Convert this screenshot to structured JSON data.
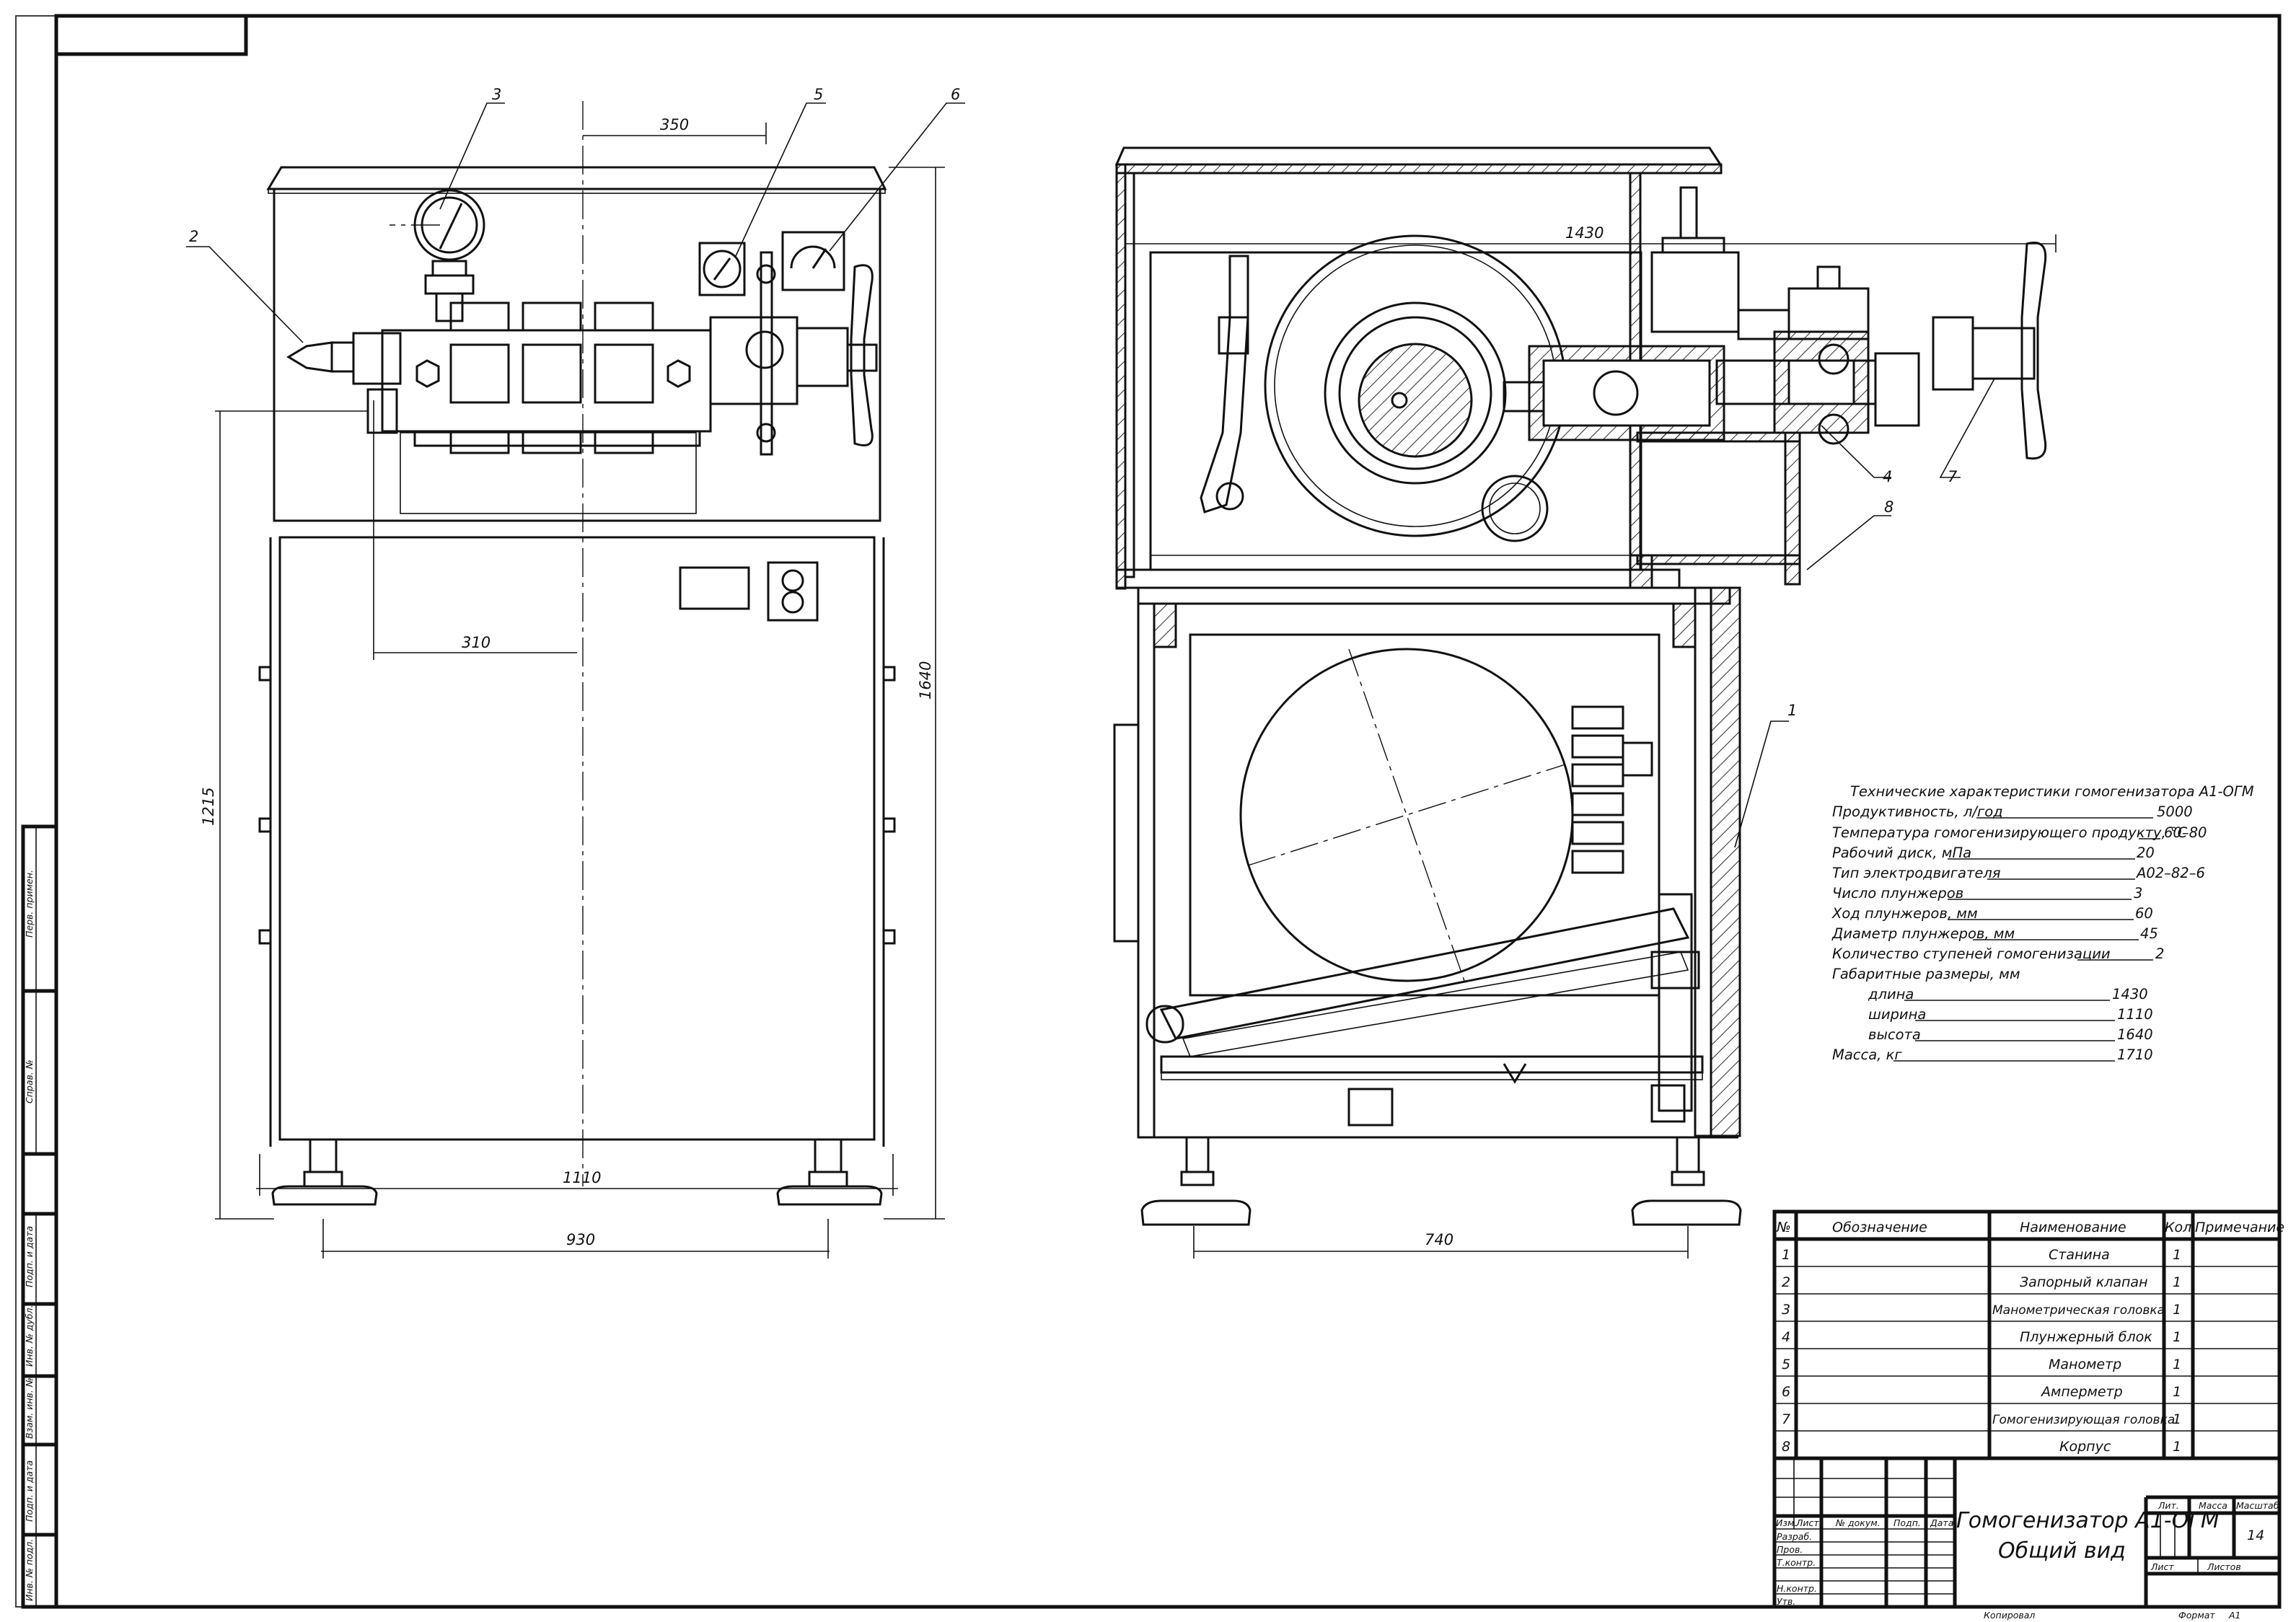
{
  "drawing": {
    "title_line1": "Гомогенизатор А1-ОГМ",
    "title_line2": "Общий вид",
    "sheet_number": "14",
    "copied_label": "Копировал",
    "format_label": "Формат",
    "format_value": "А1"
  },
  "side_stamp": [
    "Перв. примен.",
    "Справ. №",
    "Подп. и дата",
    "Инв. № дубл.",
    "Взам. инв. №",
    "Подп. и дата",
    "Инв. № подл."
  ],
  "title_block": {
    "rev_headers": [
      "Изм.",
      "Лист",
      "№ докум.",
      "Подп.",
      "Дата"
    ],
    "roles": [
      "Разраб.",
      "Пров.",
      "Т.контр.",
      "",
      "Н.контр.",
      "Утв."
    ],
    "lit_label": "Лит.",
    "mass_label": "Масса",
    "scale_label": "Масштаб",
    "sheet_label": "Лист",
    "sheets_label": "Листов"
  },
  "callouts": [
    "1",
    "2",
    "3",
    "4",
    "5",
    "6",
    "7",
    "8"
  ],
  "dimensions": {
    "d350": "350",
    "d310": "310",
    "d1215": "1215",
    "d1640": "1640",
    "d1110": "1110",
    "d930": "930",
    "d1430": "1430",
    "d740": "740"
  },
  "specs": {
    "heading": "Технические характеристики гомогенизатора А1-ОГМ",
    "rows": [
      {
        "label": "Продуктивность, л/год",
        "value": "5000"
      },
      {
        "label": "Температура гомогенизирующего продукту, °С",
        "value": "60–80"
      },
      {
        "label": "Рабочий диск, мПа",
        "value": "20"
      },
      {
        "label": "Тип электродвигателя",
        "value": "А02–82–6"
      },
      {
        "label": "Число плунжеров",
        "value": "3"
      },
      {
        "label": "Ход плунжеров, мм",
        "value": "60"
      },
      {
        "label": "Диаметр плунжеров, мм",
        "value": "45"
      },
      {
        "label": "Количество ступеней гомогенизации",
        "value": "2"
      }
    ],
    "size_heading": "Габаритные размеры, мм",
    "size_rows": [
      {
        "label": "длина",
        "value": "1430"
      },
      {
        "label": "ширина",
        "value": "1110"
      },
      {
        "label": "высота",
        "value": "1640"
      }
    ],
    "mass": {
      "label": "Масса, кг",
      "value": "1710"
    }
  },
  "parts_table": {
    "headers": [
      "№",
      "Обозначение",
      "Наименование",
      "Кол.",
      "Примечание"
    ],
    "rows": [
      {
        "num": "1",
        "name": "Станина",
        "qty": "1"
      },
      {
        "num": "2",
        "name": "Запорный клапан",
        "qty": "1"
      },
      {
        "num": "3",
        "name": "Манометрическая головка",
        "qty": "1"
      },
      {
        "num": "4",
        "name": "Плунжерный блок",
        "qty": "1"
      },
      {
        "num": "5",
        "name": "Манометр",
        "qty": "1"
      },
      {
        "num": "6",
        "name": "Амперметр",
        "qty": "1"
      },
      {
        "num": "7",
        "name": "Гомогенизирующая головка",
        "qty": "1"
      },
      {
        "num": "8",
        "name": "Корпус",
        "qty": "1"
      }
    ]
  }
}
